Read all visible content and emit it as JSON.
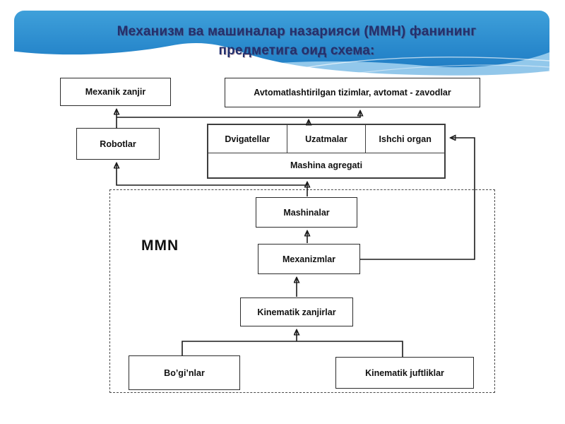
{
  "title": {
    "line1": "Механизм ва машиналар назарияси (ММН) фанининг",
    "line2": "предметига оид схема:"
  },
  "diagram": {
    "mmn_label": "MMN",
    "boxes": {
      "mexanik_zanjir": "Mexanik zanjir",
      "avtomat": "Avtomatlashtirilgan tizimlar, avtomat - zavodlar",
      "robotlar": "Robotlar",
      "dvigatellar": "Dvigatellar",
      "uzatmalar": "Uzatmalar",
      "ishchi_organ": "Ishchi organ",
      "mashina_agregati": "Mashina agregati",
      "mashinalar": "Mashinalar",
      "mexanizmlar": "Mexanizmlar",
      "kinematik_zanjirlar": "Kinematik zanjirlar",
      "boginlar": "Bo’gi’nlar",
      "kinematik_juftliklar": "Kinematik juftliklar"
    }
  },
  "colors": {
    "banner_blue_top": "#3fa0da",
    "banner_blue_bottom": "#1e7ac2",
    "banner_light_wave": "#9ecfee",
    "title_text": "#22306e",
    "box_border": "#2b2b2b",
    "box_fill": "#ffffff",
    "connector": "#1a1a1a"
  }
}
